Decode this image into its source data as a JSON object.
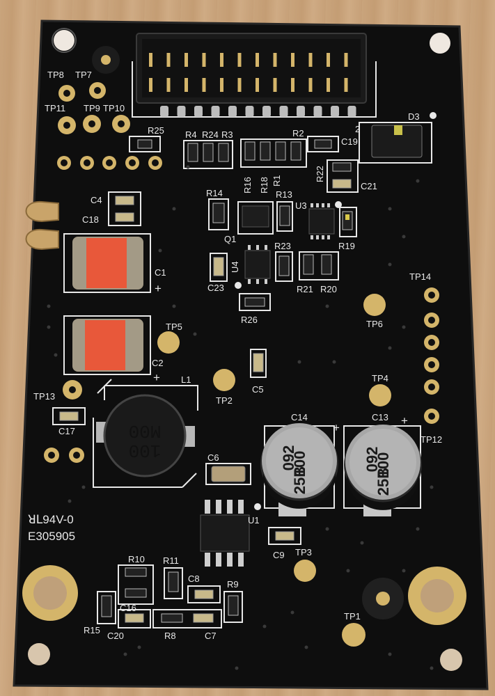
{
  "silkscreen": {
    "tp8": "TP8",
    "tp7": "TP7",
    "tp11": "TP11",
    "tp9": "TP9",
    "tp10": "TP10",
    "r25": "R25",
    "r4": "R4",
    "r24": "R24",
    "r3": "R3",
    "r2": "R2",
    "c19": "C19",
    "d3": "D3",
    "r22": "R22",
    "c21": "C21",
    "c4": "C4",
    "c18": "C18",
    "r14": "R14",
    "r16": "R16",
    "r18": "R18",
    "r1": "R1",
    "r13": "R13",
    "u3": "U3",
    "q1": "Q1",
    "r19": "R19",
    "c1": "C1",
    "r23": "R23",
    "u4": "U4",
    "c23": "C23",
    "r21": "R21",
    "r20": "R20",
    "tp14": "TP14",
    "r26": "R26",
    "tp6": "TP6",
    "tp5": "TP5",
    "c2": "C2",
    "l1": "L1",
    "c5": "C5",
    "tp2": "TP2",
    "tp4": "TP4",
    "tp13": "TP13",
    "c17": "C17",
    "c14": "C14",
    "c13": "C13",
    "tp12": "TP12",
    "c6": "C6",
    "u1": "U1",
    "c9": "C9",
    "tp3": "TP3",
    "ul_rating": "94V-0",
    "ul_file": "E305905",
    "r10": "R10",
    "r11": "R11",
    "c8": "C8",
    "r9": "R9",
    "c16": "C16",
    "r15": "R15",
    "c20": "C20",
    "r8": "R8",
    "c7": "C7",
    "tp1": "TP1",
    "header_pin_mark": "2"
  },
  "component_marks": {
    "inductor_top": "M00",
    "inductor_bottom": "100",
    "cap_line1": "092",
    "cap_line2": "100",
    "cap_line3": "25B"
  },
  "colors": {
    "board": "#0e0e0e",
    "silkscreen": "#e8e8e8",
    "gold_pad": "#d4b56a",
    "ceramic_cap": "#e8583a"
  }
}
